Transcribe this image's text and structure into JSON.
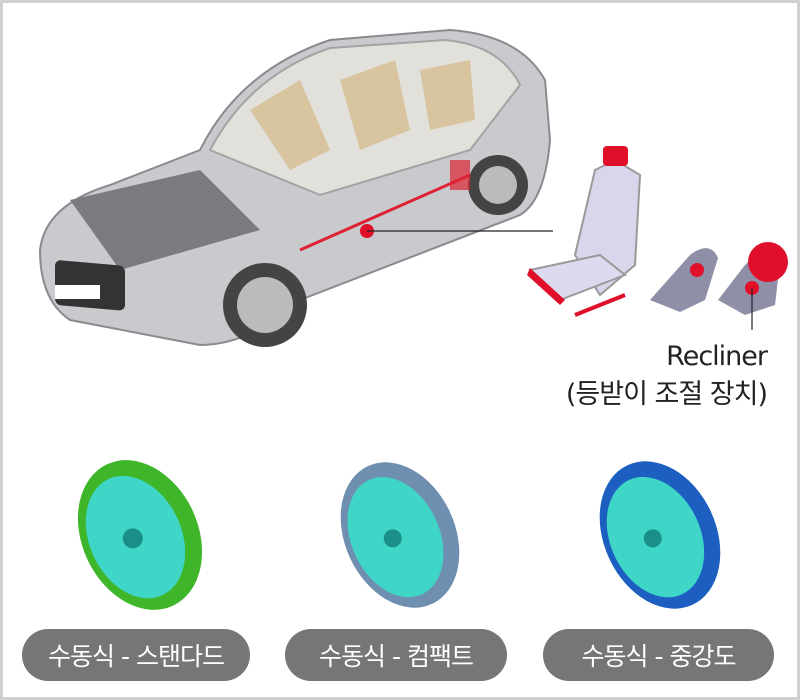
{
  "callout": {
    "title": "Recliner",
    "subtitle": "(등받이 조절 장치)"
  },
  "types": [
    {
      "label": "수동식 - 스탠다드",
      "ring_color": "#3fb52a"
    },
    {
      "label": "수동식 - 컴팩트",
      "ring_color": "#6f8fb0"
    },
    {
      "label": "수동식 - 중강도",
      "ring_color": "#1d5fc0"
    }
  ],
  "colors": {
    "highlight": "#e0102a",
    "disc_face": "#3fd6c8",
    "pill": "#767676"
  }
}
